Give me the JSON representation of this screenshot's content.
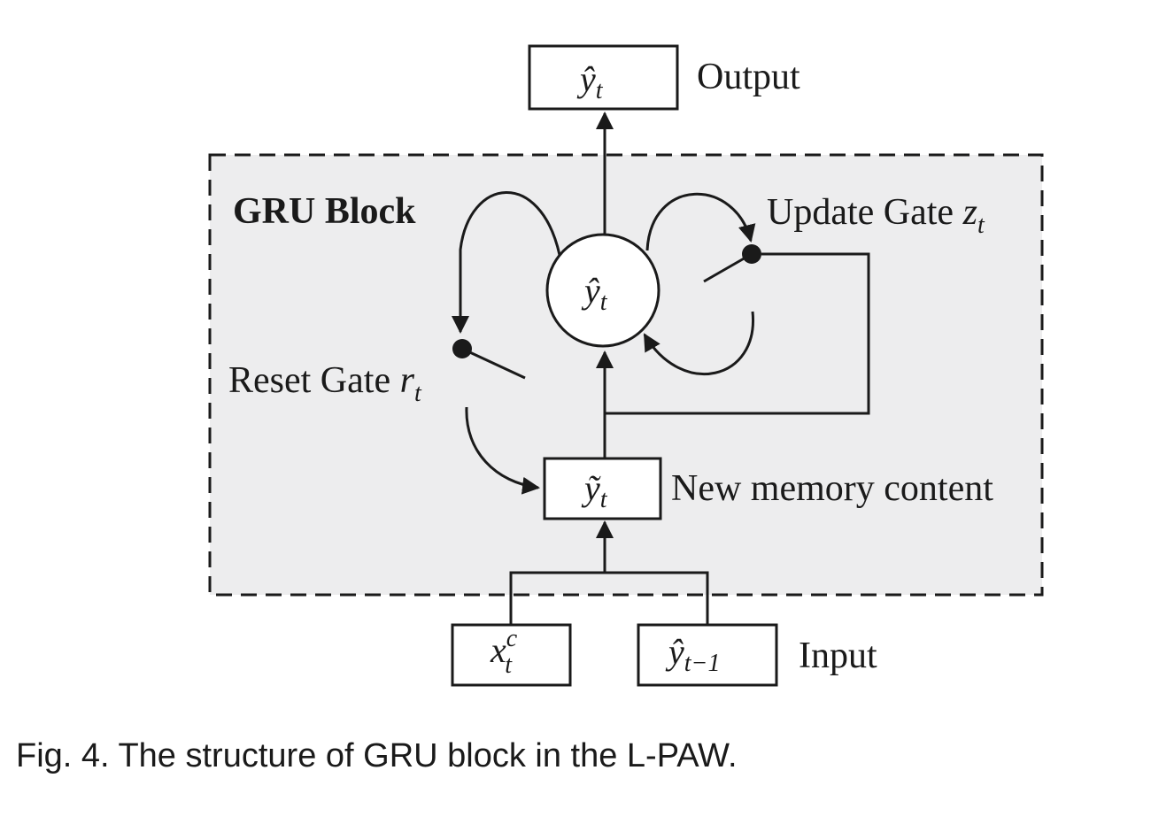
{
  "block": {
    "title": "GRU Block",
    "background": "#ededee"
  },
  "labels": {
    "output": "Output",
    "input": "Input",
    "new_memory": "New memory content",
    "update_gate": "Update Gate ",
    "reset_gate": "Reset Gate "
  },
  "symbols": {
    "y_hat": "ŷ",
    "y_tilde": "ỹ",
    "x": "x",
    "sub_t": "t",
    "sub_t_minus_1": "t−1",
    "sup_c": "c",
    "z": "z",
    "r": "r"
  },
  "caption": "Fig. 4. The structure of GRU block in the L-PAW."
}
